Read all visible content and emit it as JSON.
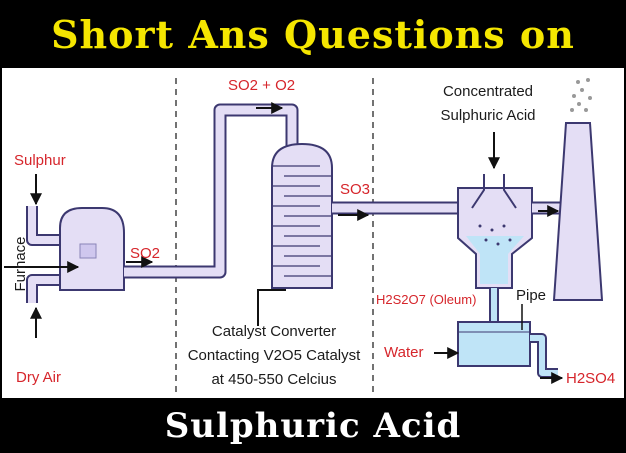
{
  "header": {
    "title": "Short Ans Questions on"
  },
  "footer": {
    "title": "Sulphuric Acid"
  },
  "diagram": {
    "labels": {
      "sulphur": "Sulphur",
      "furnace": "Furnace",
      "dry_air": "Dry Air",
      "so2": "SO2",
      "so2_o2": "SO2 + O2",
      "so3": "SO3",
      "catalyst_line1": "Catalyst Converter",
      "catalyst_line2": "Contacting V2O5 Catalyst",
      "catalyst_line3": "at 450-550 Celcius",
      "conc_line1": "Concentrated",
      "conc_line2": "Sulphuric Acid",
      "oleum": "H2S2O7 (Oleum)",
      "pipe": "Pipe",
      "water": "Water",
      "h2so4": "H2SO4"
    },
    "colors": {
      "equipment_fill": "#e4def5",
      "equipment_stroke": "#3c3870",
      "liquid": "#bfe4f7",
      "red_label": "#d6252b",
      "banner_yellow": "#f5e600"
    }
  }
}
